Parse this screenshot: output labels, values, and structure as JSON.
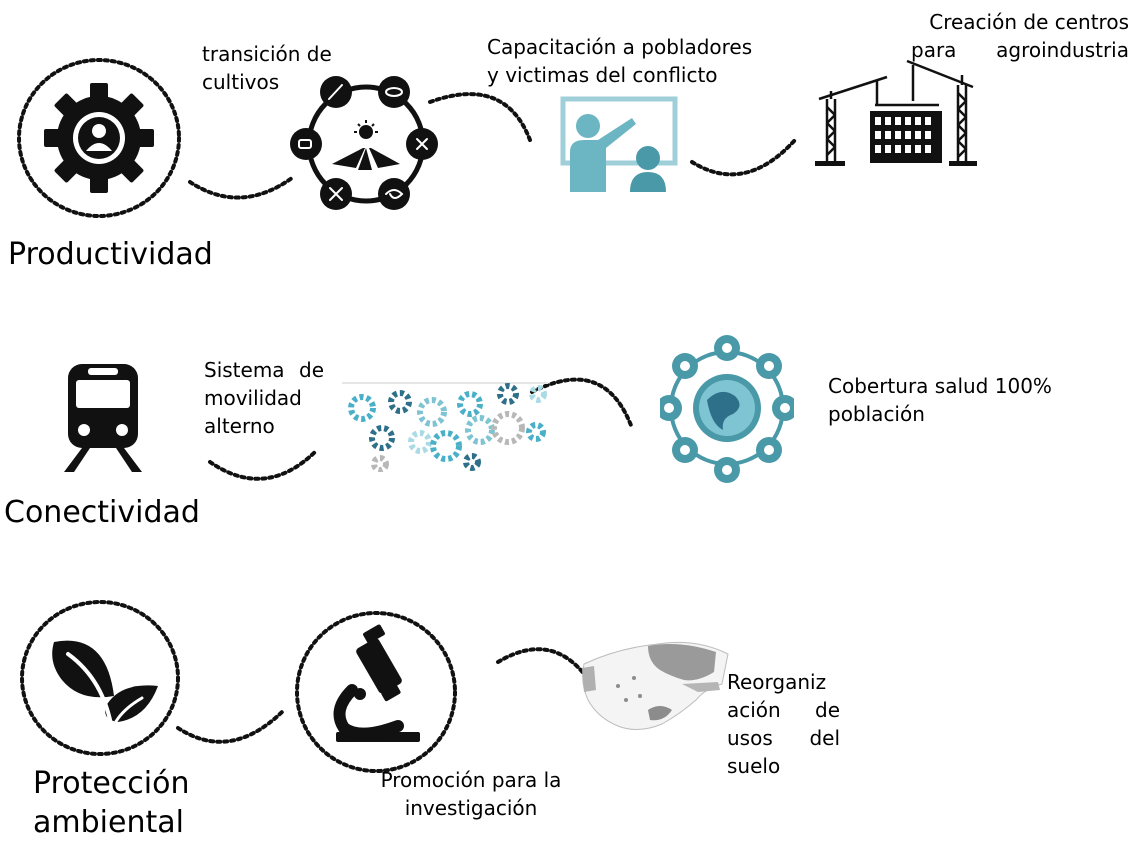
{
  "sections": {
    "productividad": {
      "title": "Productividad",
      "steps": {
        "cultivos": {
          "caption": [
            "transición de",
            "cultivos"
          ]
        },
        "capacitacion": {
          "caption": [
            "Capacitación a pobladores",
            "y victimas del conflicto"
          ]
        },
        "agroindustria": {
          "caption": [
            "Creación de centros",
            "para agroindustria"
          ]
        }
      }
    },
    "conectividad": {
      "title": "Conectividad",
      "steps": {
        "movilidad": {
          "caption": [
            "Sistema de",
            "movilidad",
            "alterno"
          ]
        },
        "salud": {
          "caption": [
            "Cobertura salud 100%",
            "población"
          ]
        }
      }
    },
    "proteccion": {
      "title": [
        "Protección",
        "ambiental"
      ],
      "steps": {
        "investigacion": {
          "caption": [
            "Promoción para la",
            "investigación"
          ]
        },
        "suelo": {
          "caption": [
            "Reorganiz",
            "ación de",
            "usos del",
            "suelo"
          ]
        }
      }
    }
  },
  "colors": {
    "ink": "#111111",
    "teal": "#4a99a8",
    "teal_light": "#9fcfd8",
    "map_gray": "#9a9a9a"
  },
  "icons": {
    "productividad": "gear-person-icon",
    "cultivos": "farming-cycle-icon",
    "capacitacion": "teacher-board-icon",
    "agroindustria": "construction-cranes-icon",
    "conectividad": "train-icon",
    "movilidad": "gears-network-icon",
    "salud": "eco-globe-network-icon",
    "proteccion": "leaves-icon",
    "investigacion": "microscope-icon",
    "suelo": "region-map-icon"
  }
}
